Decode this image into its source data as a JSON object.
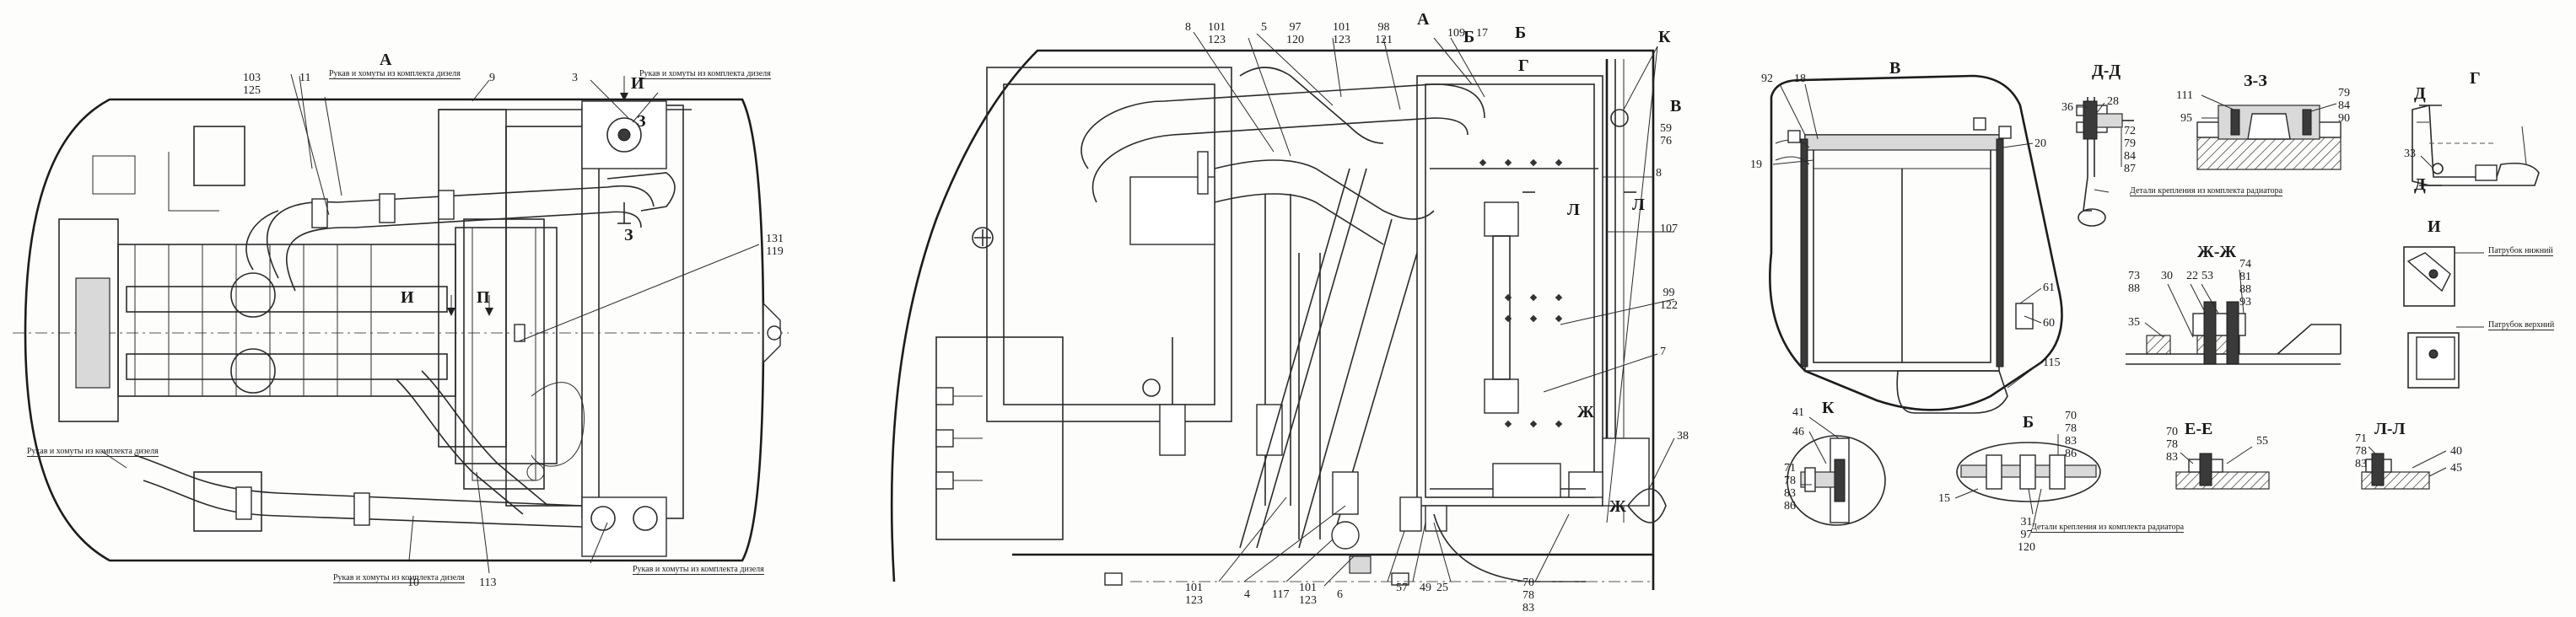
{
  "views": {
    "a": "А",
    "b": "Б",
    "v": "В",
    "g": "Г",
    "dd": "Д-Д",
    "zz": "З-З",
    "ii": "И",
    "zhzh": "Ж-Ж",
    "k": "К",
    "b2": "Б",
    "ee": "Е-Е",
    "ll": "Л-Л"
  },
  "notes": {
    "hoses": "Рукав и хомуты из комплекта дизеля",
    "radiator_parts": "Детали крепления из комплекта радиатора",
    "pipe_lower": "Патрубок нижний",
    "pipe_upper": "Патрубок верхний"
  },
  "section_marks": {
    "i": "И",
    "z": "З",
    "p": "П",
    "a": "А",
    "b": "Б",
    "g": "Г",
    "k": "К",
    "v": "В",
    "l": "Л",
    "zh": "Ж",
    "d": "Д"
  },
  "positions": {
    "p3": "3",
    "p9": "9",
    "p10": "10",
    "p11": "11",
    "p113": "113",
    "p103": "103",
    "p125": "125",
    "p131": "131",
    "p119": "119",
    "p8": "8",
    "p101": "101",
    "p123": "123",
    "p5": "5",
    "p97": "97",
    "p120": "120",
    "p98": "98",
    "p121": "121",
    "p109": "109",
    "p17": "17",
    "p59": "59",
    "p76": "76",
    "p107": "107",
    "p99": "99",
    "p122": "122",
    "p7": "7",
    "p38": "38",
    "p4": "4",
    "p117": "117",
    "p6": "6",
    "p57": "57",
    "p49": "49",
    "p25": "25",
    "p70": "70",
    "p78": "78",
    "p83": "83",
    "p92": "92",
    "p18": "18",
    "p19": "19",
    "p20": "20",
    "p61": "61",
    "p60": "60",
    "p115": "115",
    "p36": "36",
    "p28": "28",
    "p72": "72",
    "p79": "79",
    "p84": "84",
    "p87": "87",
    "p111": "111",
    "p95": "95",
    "p90": "90",
    "p33": "33",
    "p73": "73",
    "p88": "88",
    "p30": "30",
    "p22": "22",
    "p53": "53",
    "p74": "74",
    "p81": "81",
    "p93": "93",
    "p35": "35",
    "p41": "41",
    "p46": "46",
    "p71": "71",
    "p86": "86",
    "p15": "15",
    "p31": "31",
    "p55": "55",
    "p40": "40",
    "p45": "45"
  }
}
